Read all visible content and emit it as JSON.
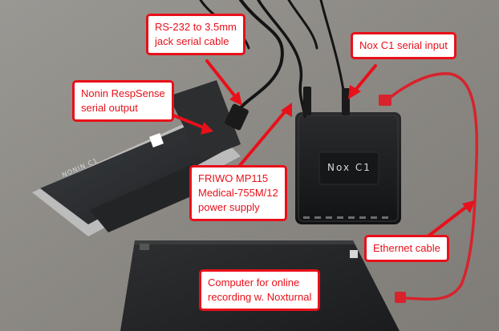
{
  "photo": {
    "nox_label": "Nox C1",
    "nonin_label": "NONIN C1"
  },
  "callouts": {
    "serial_cable": {
      "lines": [
        "RS-232 to 3.5mm",
        "jack serial cable"
      ]
    },
    "nox_input": {
      "lines": [
        "Nox C1 serial input"
      ]
    },
    "nonin_output": {
      "lines": [
        "Nonin RespSense",
        "serial output"
      ]
    },
    "power_supply": {
      "lines": [
        "FRIWO MP115",
        "Medical-755M/12",
        "power supply"
      ]
    },
    "ethernet": {
      "lines": [
        "Ethernet cable"
      ]
    },
    "computer": {
      "lines": [
        "Computer for online",
        "recording w. Noxturnal"
      ]
    }
  },
  "colors": {
    "callout_red": "#e8101a",
    "ethernet_red": "#d8222c",
    "desk": "#8e8b86"
  }
}
